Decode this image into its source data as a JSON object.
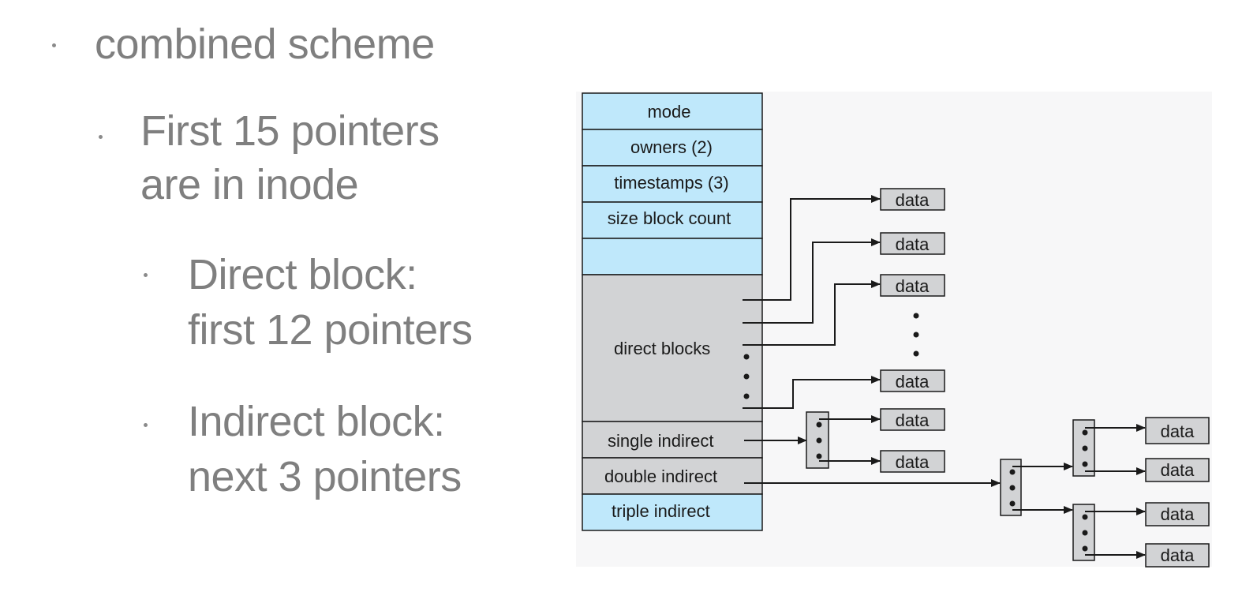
{
  "slide": {
    "bullets": {
      "level1": "combined scheme",
      "level2_line1": "First 15 pointers",
      "level2_line2": "are in inode",
      "direct_line1": "Direct block:",
      "direct_line2": "first 12 pointers",
      "indirect_line1": "Indirect block:",
      "indirect_line2": "next 3 pointers"
    }
  },
  "diagram": {
    "inode_fields": {
      "mode": "mode",
      "owners": "owners (2)",
      "timestamps": "timestamps (3)",
      "size_block_count": "size block count",
      "direct_blocks": "direct blocks",
      "single_indirect": "single indirect",
      "double_indirect": "double indirect",
      "triple_indirect": "triple indirect"
    },
    "data_label": "data",
    "colors": {
      "inode_blue": "#bfe8fb",
      "inode_gray": "#d2d3d5",
      "block_gray": "#d2d3d5",
      "stroke": "#1a1a1a",
      "panel_bg": "#f7f7f8"
    }
  }
}
